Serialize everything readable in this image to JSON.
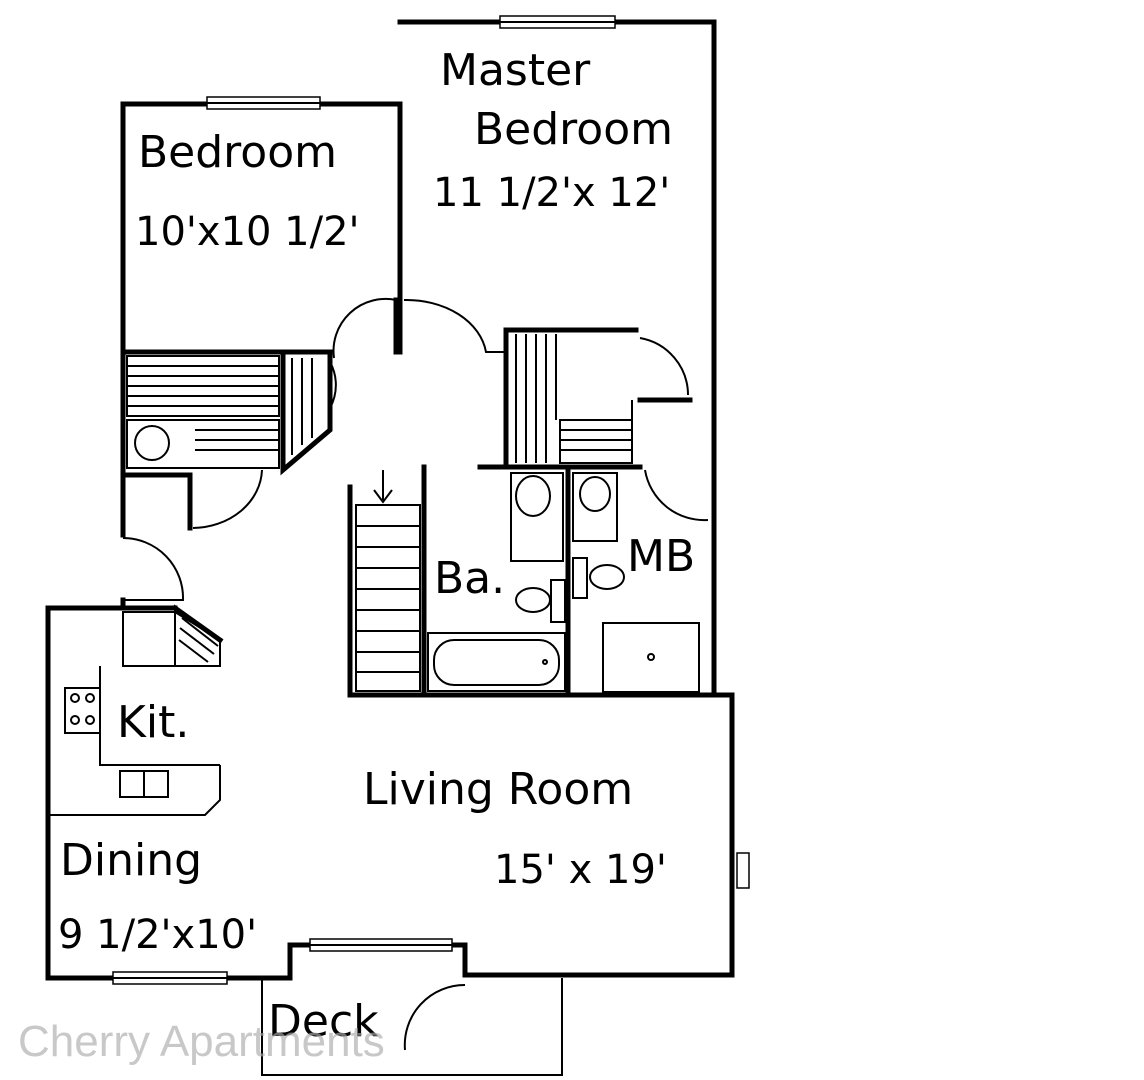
{
  "rooms": {
    "master_bedroom_line1": "Master",
    "master_bedroom_line2": "Bedroom",
    "master_bedroom_size": "11 1/2'x 12'",
    "bedroom": "Bedroom",
    "bedroom_size": "10'x10 1/2'",
    "bathroom": "Ba.",
    "master_bath": "MB",
    "kitchen": "Kit.",
    "living_room": "Living Room",
    "living_room_size": "15' x 19'",
    "dining": "Dining",
    "dining_size": "9 1/2'x10'",
    "deck": "Deck"
  },
  "watermark": "Cherry Apartments",
  "icons": {
    "stairs_arrow": "arrow-down-icon"
  }
}
